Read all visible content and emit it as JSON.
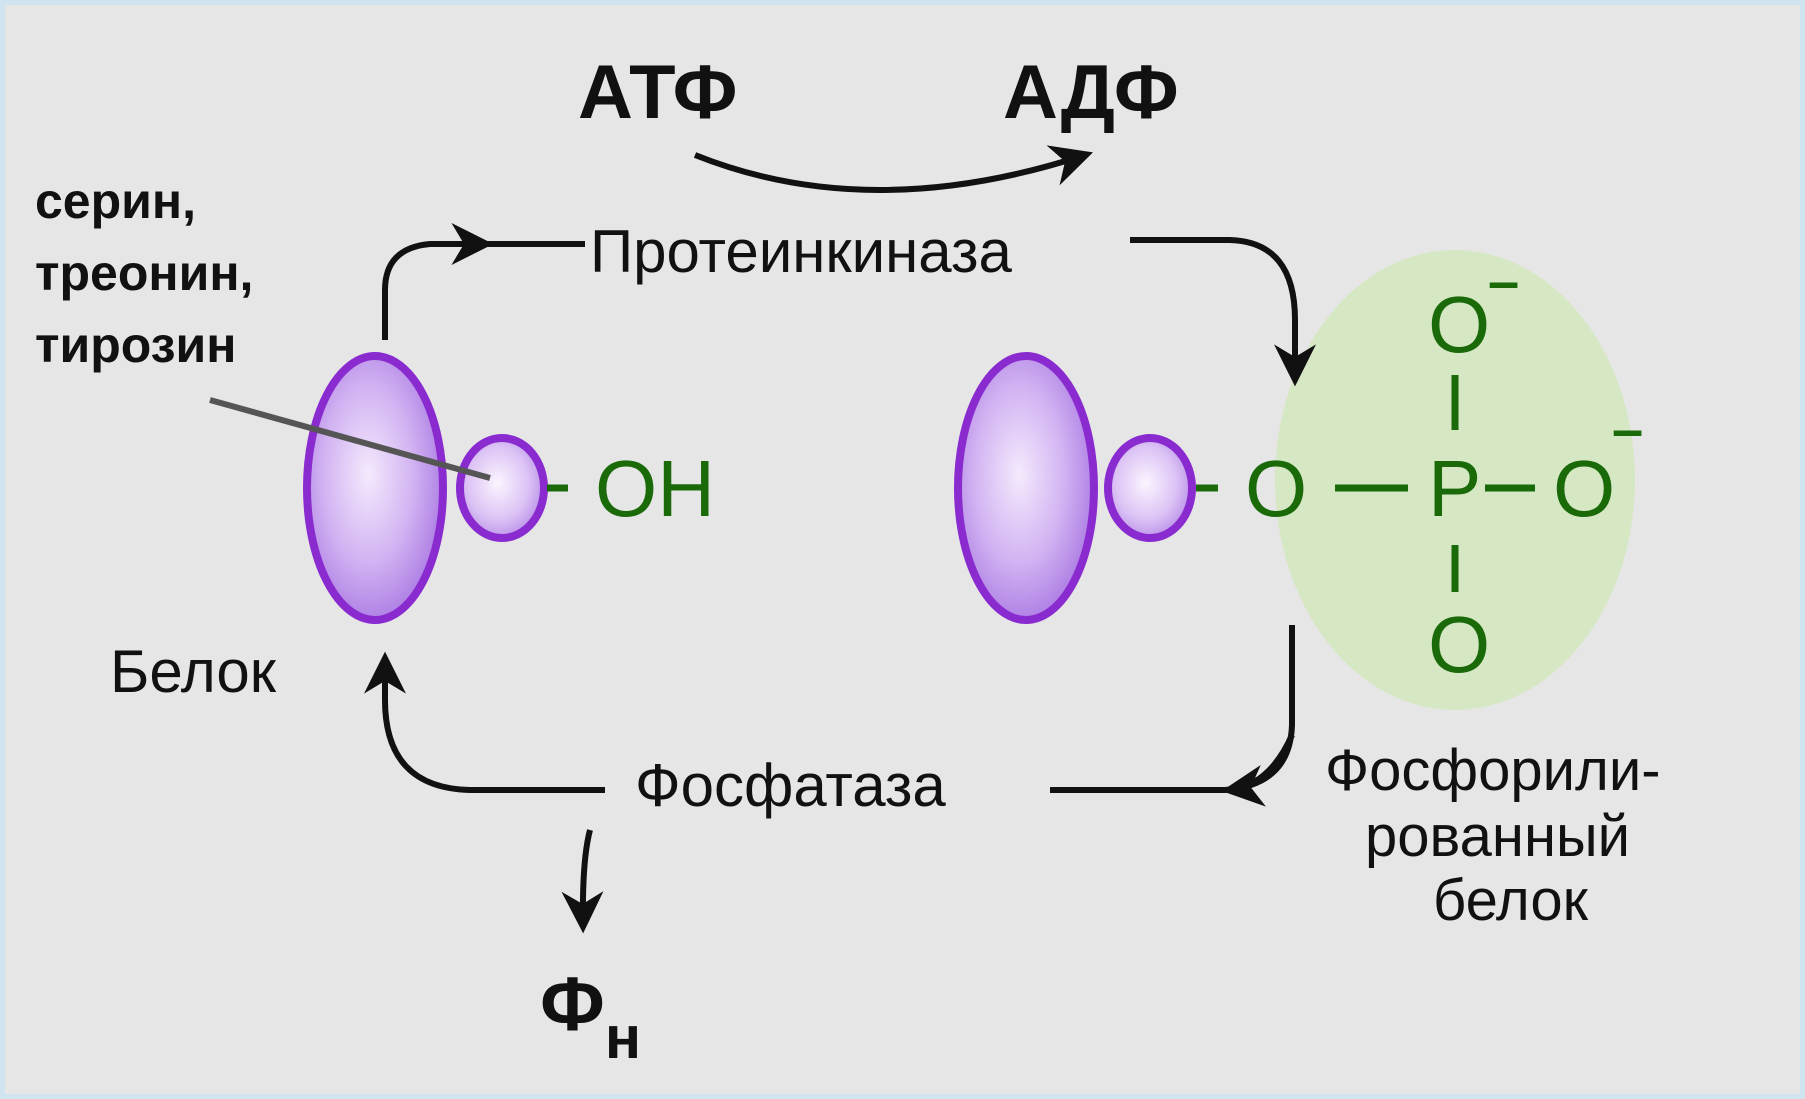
{
  "labels": {
    "atp": "АТФ",
    "adp": "АДФ",
    "kinase": "Протеинкиназа",
    "phosphatase": "Фосфатаза",
    "residues": [
      "серин,",
      "треонин,",
      "тирозин"
    ],
    "protein": "Белок",
    "phosphorylated_protein": [
      "Фосфорили-",
      "рованный",
      "белок"
    ],
    "phosphate_main": "Ф",
    "phosphate_sub": "н"
  },
  "chem": {
    "hydroxyl": "OH",
    "bridge_oxygen": "O",
    "phosphorus": "P",
    "oxygen": "O",
    "charge": "–"
  },
  "colors": {
    "background": "#e6e6e6",
    "border": "#cfe4ef",
    "protein_fill": "#c7a4ee",
    "protein_outline": "#8a2bd0",
    "chem_green": "#1a6a0a",
    "phosphate_halo": "#d5e6c2",
    "arrows": "#111111"
  }
}
